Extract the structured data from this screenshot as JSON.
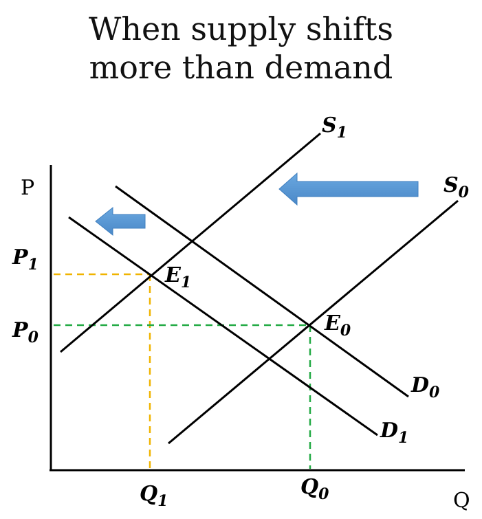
{
  "title": {
    "line1": "When supply shifts",
    "line2": "more than demand"
  },
  "axes": {
    "y_label": "P",
    "x_label": "Q"
  },
  "curves": {
    "s0": {
      "letter": "S",
      "sub": "0"
    },
    "s1": {
      "letter": "S",
      "sub": "1"
    },
    "d0": {
      "letter": "D",
      "sub": "0"
    },
    "d1": {
      "letter": "D",
      "sub": "1"
    }
  },
  "equilibria": {
    "e0": {
      "letter": "E",
      "sub": "0"
    },
    "e1": {
      "letter": "E",
      "sub": "1"
    }
  },
  "prices": {
    "p0": {
      "letter": "P",
      "sub": "0"
    },
    "p1": {
      "letter": "P",
      "sub": "1"
    }
  },
  "quantities": {
    "q0": {
      "letter": "Q",
      "sub": "0"
    },
    "q1": {
      "letter": "Q",
      "sub": "1"
    }
  },
  "colors": {
    "curve": "#000000",
    "guide_e0": "#22aa44",
    "guide_e1": "#f0b400",
    "arrow": "#5b9bd5"
  }
}
